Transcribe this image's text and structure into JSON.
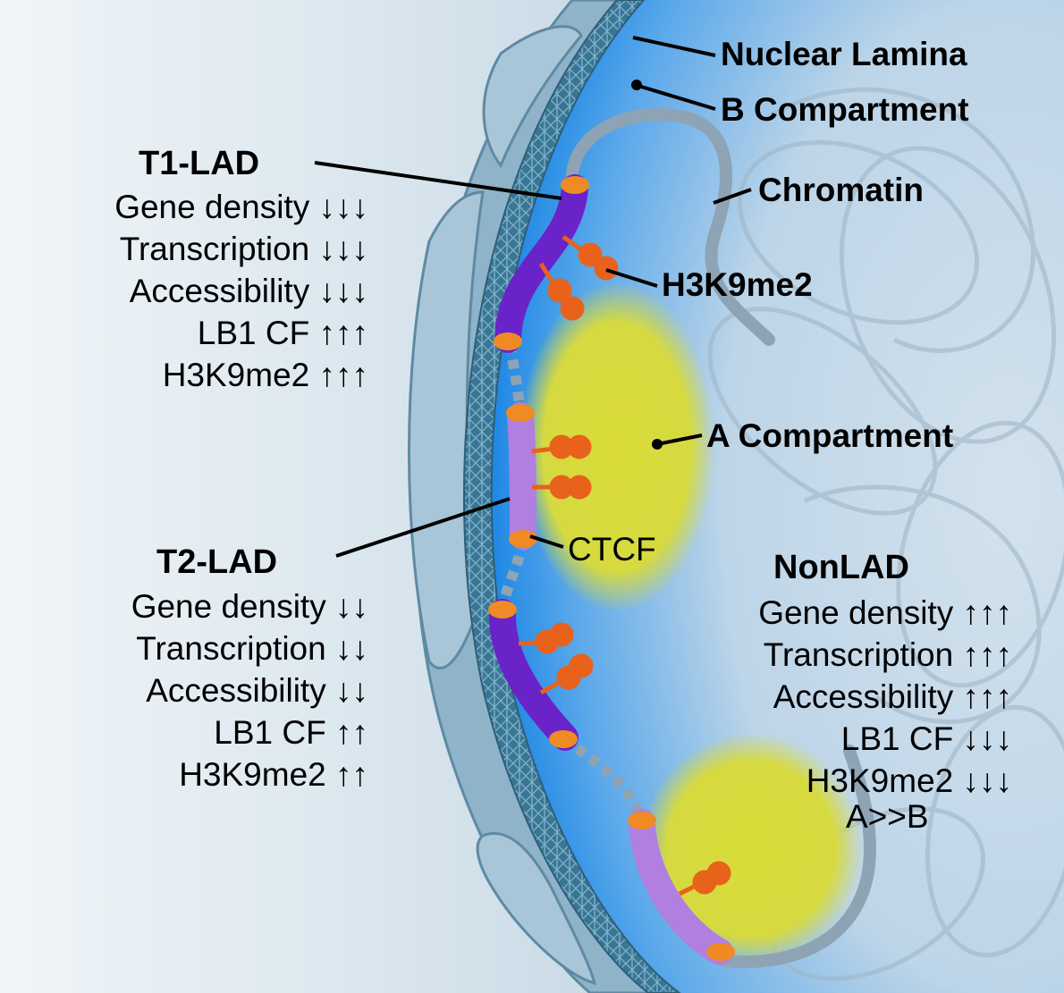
{
  "labels": {
    "nuclear_lamina": "Nuclear Lamina",
    "b_compartment": "B Compartment",
    "chromatin": "Chromatin",
    "h3k9me2": "H3K9me2",
    "a_compartment": "A Compartment",
    "ctcf": "CTCF"
  },
  "t1_lad": {
    "title": "T1-LAD",
    "rows": [
      "Gene density ↓↓↓",
      "Transcription ↓↓↓",
      "Accessibility ↓↓↓",
      "LB1 CF ↑↑↑",
      "H3K9me2 ↑↑↑"
    ]
  },
  "t2_lad": {
    "title": "T2-LAD",
    "rows": [
      "Gene density ↓↓",
      "Transcription ↓↓",
      "Accessibility ↓↓",
      "LB1 CF ↑↑",
      "H3K9me2 ↑↑"
    ]
  },
  "nonlad": {
    "title": "NonLAD",
    "rows": [
      "Gene density ↑↑↑",
      "Transcription ↑↑↑",
      "Accessibility ↑↑↑",
      "LB1 CF ↓↓↓",
      "H3K9me2 ↓↓↓",
      "A>>B"
    ]
  },
  "colors": {
    "background_light": "#eef4f8",
    "background_dark": "#b4cbdb",
    "nuclear_blue": "#1e88e5",
    "nucleoplasm": "#b9d3e6",
    "a_compartment": "#d9dc3c",
    "t1_lad_purple": "#6a22c9",
    "t2_lad_lilac": "#b07fe0",
    "anchor_orange": "#f08a24",
    "h3k9me2_orange": "#e8621c",
    "chromatin_grey": "#8ea3b3"
  }
}
